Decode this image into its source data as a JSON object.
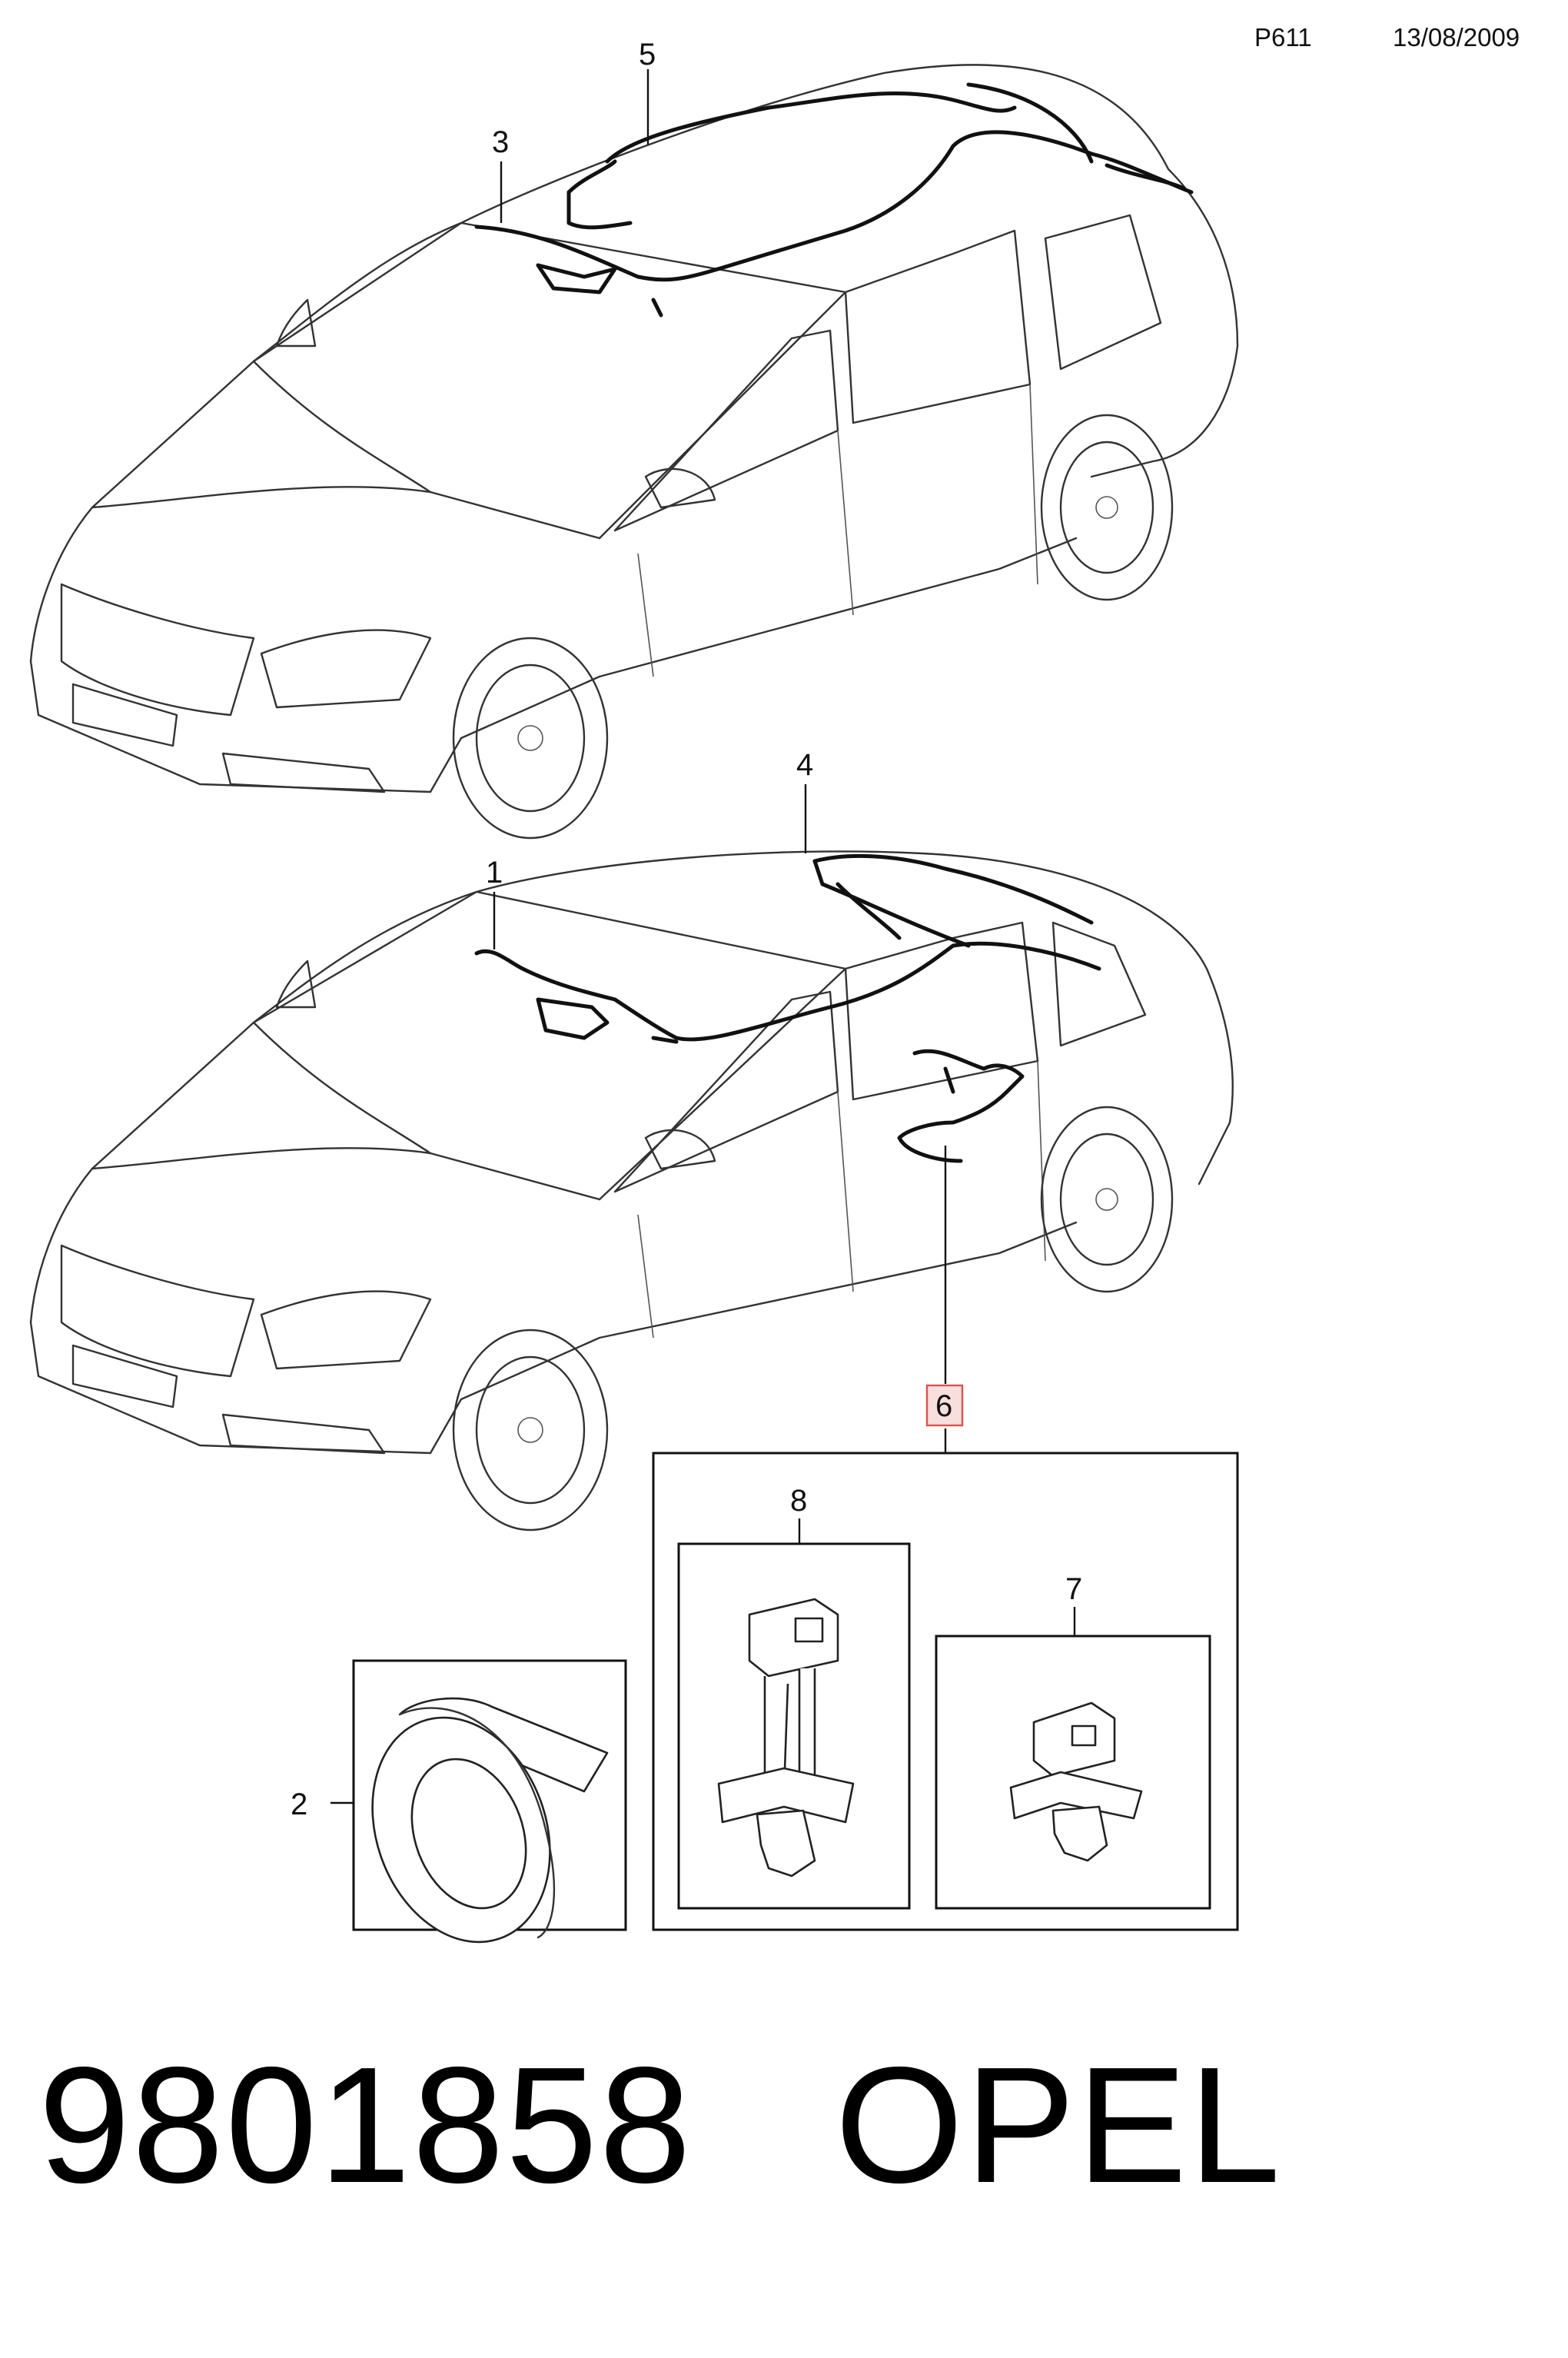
{
  "header": {
    "page_code": "P611",
    "date": "13/08/2009"
  },
  "callouts": [
    {
      "id": "c5",
      "label": "5"
    },
    {
      "id": "c3",
      "label": "3"
    },
    {
      "id": "c4",
      "label": "4"
    },
    {
      "id": "c1",
      "label": "1"
    },
    {
      "id": "c6",
      "label": "6",
      "highlighted": true
    },
    {
      "id": "c8",
      "label": "8"
    },
    {
      "id": "c7",
      "label": "7"
    },
    {
      "id": "c2",
      "label": "2"
    }
  ],
  "footer": {
    "part_number": "9801858",
    "brand": "OPEL"
  },
  "colors": {
    "line": "#111111",
    "highlight_fill": "#f9dede",
    "highlight_stroke": "#d9534f",
    "background": "#ffffff"
  }
}
